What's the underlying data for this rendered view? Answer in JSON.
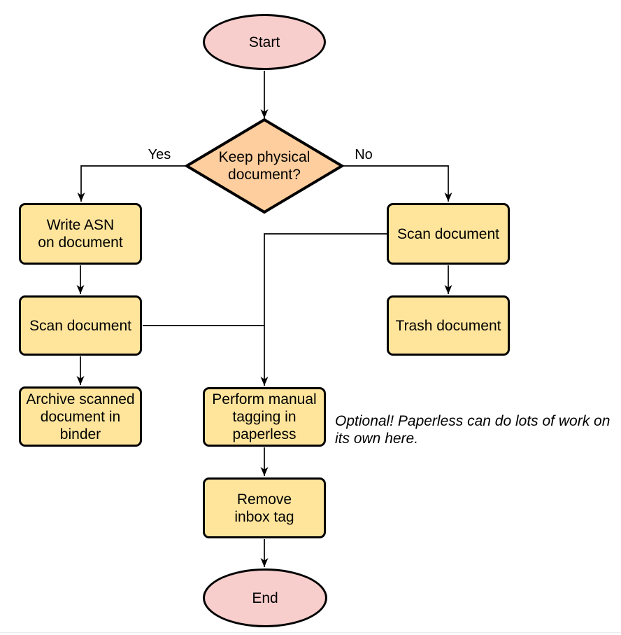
{
  "diagram": {
    "nodes": [
      {
        "id": "start",
        "type": "terminal",
        "label": "Start"
      },
      {
        "id": "decision",
        "type": "decision",
        "label": "Keep physical\ndocument?"
      },
      {
        "id": "write-asn",
        "type": "process",
        "label": "Write ASN\non document"
      },
      {
        "id": "scan-left",
        "type": "process",
        "label": "Scan document"
      },
      {
        "id": "archive",
        "type": "process",
        "label": "Archive scanned\ndocument in\nbinder"
      },
      {
        "id": "scan-right",
        "type": "process",
        "label": "Scan document"
      },
      {
        "id": "trash",
        "type": "process",
        "label": "Trash document"
      },
      {
        "id": "tagging",
        "type": "process",
        "label": "Perform manual\ntagging in\npaperless"
      },
      {
        "id": "remove-inbox",
        "type": "process",
        "label": "Remove\ninbox tag"
      },
      {
        "id": "end",
        "type": "terminal",
        "label": "End"
      }
    ],
    "edge_labels": {
      "yes": "Yes",
      "no": "No"
    },
    "note": "Optional! Paperless can do lots of work on\nits own here.",
    "colors": {
      "terminal_fill": "#f8cecc",
      "decision_fill": "#ffce9e",
      "process_fill": "#ffe59c",
      "stroke": "#000000",
      "connector": "#000000"
    }
  }
}
